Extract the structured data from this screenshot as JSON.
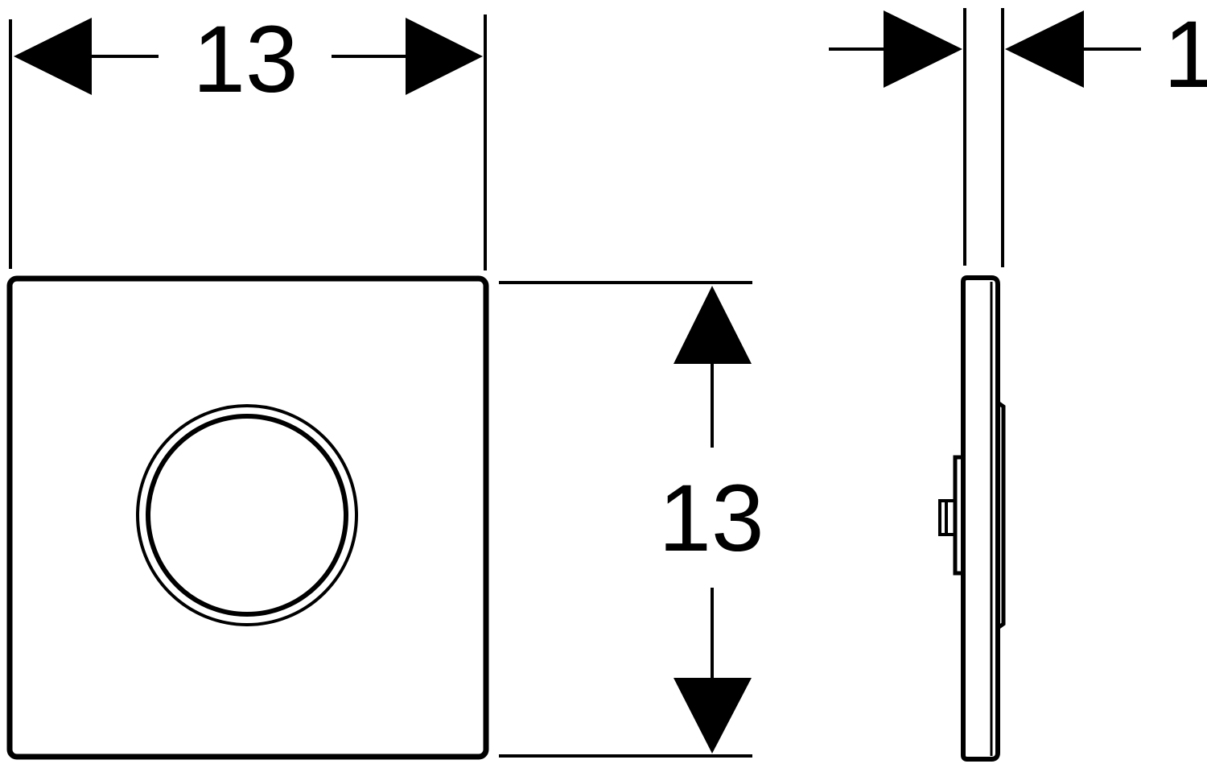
{
  "dimensions": {
    "width": {
      "value": "13"
    },
    "height": {
      "value": "13"
    },
    "depth": {
      "value": "1"
    }
  },
  "colors": {
    "line": "#000000",
    "background": "#ffffff"
  }
}
